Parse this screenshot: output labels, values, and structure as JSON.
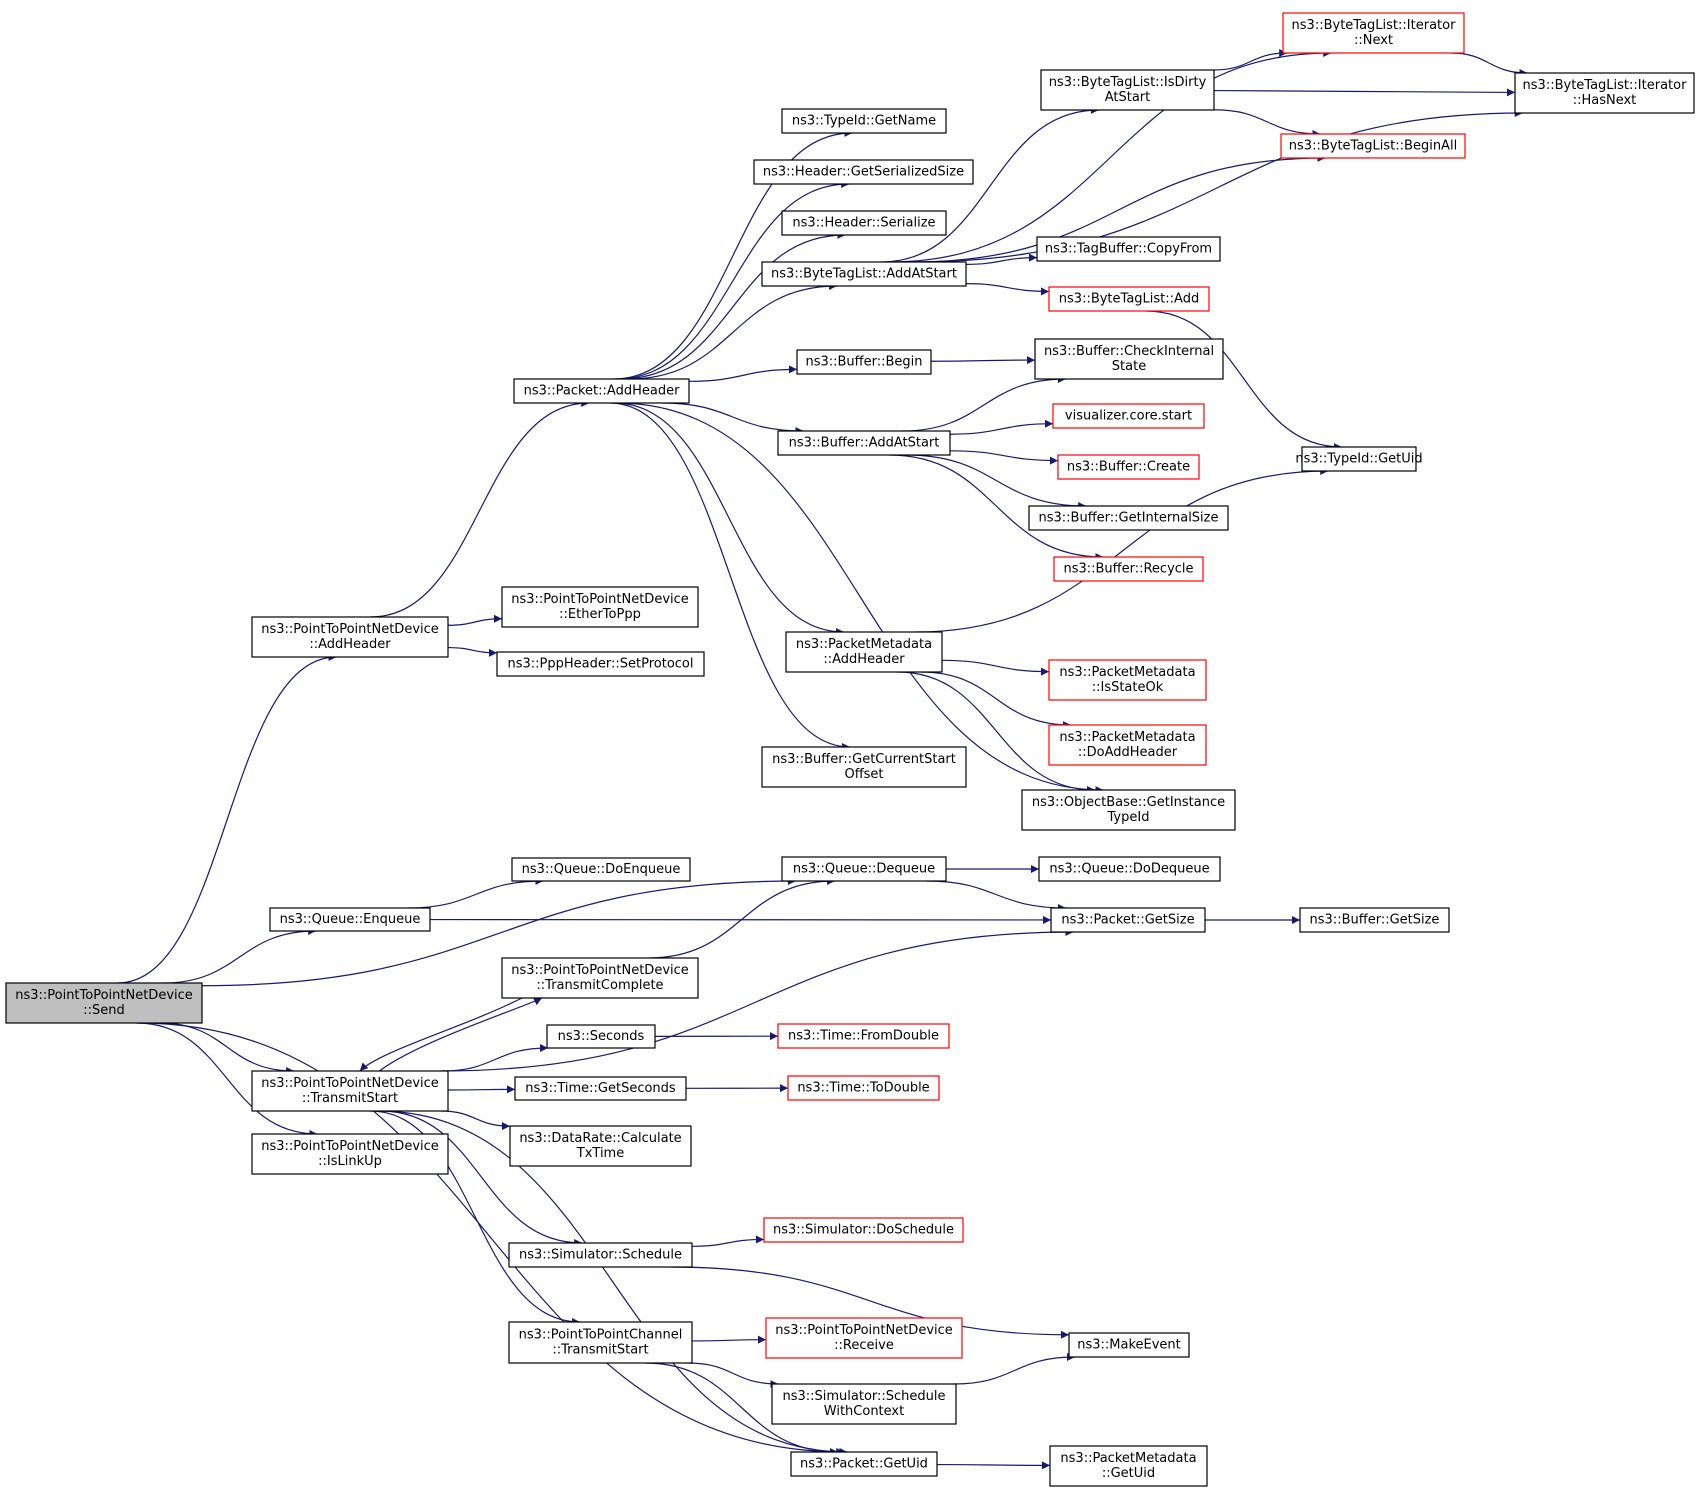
{
  "colors": {
    "edge": "#191970",
    "border": "#000000",
    "border_external": "#ff0000",
    "root_fill": "#bfbfbf",
    "fill": "#ffffff"
  },
  "nodes": [
    {
      "id": "send",
      "lines": [
        "ns3::PointToPointNetDevice",
        "::Send"
      ],
      "style": "root"
    },
    {
      "id": "p2p_addheader",
      "lines": [
        "ns3::PointToPointNetDevice",
        "::AddHeader"
      ],
      "style": "normal"
    },
    {
      "id": "queue_enqueue",
      "lines": [
        "ns3::Queue::Enqueue"
      ],
      "style": "normal"
    },
    {
      "id": "p2p_transmitstart",
      "lines": [
        "ns3::PointToPointNetDevice",
        "::TransmitStart"
      ],
      "style": "normal"
    },
    {
      "id": "p2p_islinkup",
      "lines": [
        "ns3::PointToPointNetDevice",
        "::IsLinkUp"
      ],
      "style": "normal"
    },
    {
      "id": "packet_addheader",
      "lines": [
        "ns3::Packet::AddHeader"
      ],
      "style": "normal"
    },
    {
      "id": "ethertoppp",
      "lines": [
        "ns3::PointToPointNetDevice",
        "::EtherToPpp"
      ],
      "style": "normal"
    },
    {
      "id": "ppp_setprotocol",
      "lines": [
        "ns3::PppHeader::SetProtocol"
      ],
      "style": "normal"
    },
    {
      "id": "queue_doenqueue",
      "lines": [
        "ns3::Queue::DoEnqueue"
      ],
      "style": "normal"
    },
    {
      "id": "p2p_transmitcomplete",
      "lines": [
        "ns3::PointToPointNetDevice",
        "::TransmitComplete"
      ],
      "style": "normal"
    },
    {
      "id": "seconds",
      "lines": [
        "ns3::Seconds"
      ],
      "style": "normal"
    },
    {
      "id": "time_getseconds",
      "lines": [
        "ns3::Time::GetSeconds"
      ],
      "style": "normal"
    },
    {
      "id": "datarate_calc",
      "lines": [
        "ns3::DataRate::Calculate",
        "TxTime"
      ],
      "style": "normal"
    },
    {
      "id": "sim_schedule",
      "lines": [
        "ns3::Simulator::Schedule"
      ],
      "style": "normal"
    },
    {
      "id": "p2pchannel_transmitstart",
      "lines": [
        "ns3::PointToPointChannel",
        "::TransmitStart"
      ],
      "style": "normal"
    },
    {
      "id": "typeid_getname",
      "lines": [
        "ns3::TypeId::GetName"
      ],
      "style": "normal"
    },
    {
      "id": "header_getserializedsize",
      "lines": [
        "ns3::Header::GetSerializedSize"
      ],
      "style": "normal"
    },
    {
      "id": "header_serialize",
      "lines": [
        "ns3::Header::Serialize"
      ],
      "style": "normal"
    },
    {
      "id": "bytetaglist_addatstart",
      "lines": [
        "ns3::ByteTagList::AddAtStart"
      ],
      "style": "normal"
    },
    {
      "id": "buffer_begin",
      "lines": [
        "ns3::Buffer::Begin"
      ],
      "style": "normal"
    },
    {
      "id": "buffer_addatstart",
      "lines": [
        "ns3::Buffer::AddAtStart"
      ],
      "style": "normal"
    },
    {
      "id": "pktmeta_addheader",
      "lines": [
        "ns3::PacketMetadata",
        "::AddHeader"
      ],
      "style": "normal"
    },
    {
      "id": "buffer_getcurrentstartoffset",
      "lines": [
        "ns3::Buffer::GetCurrentStart",
        "Offset"
      ],
      "style": "normal"
    },
    {
      "id": "queue_dequeue",
      "lines": [
        "ns3::Queue::Dequeue"
      ],
      "style": "normal"
    },
    {
      "id": "time_fromdouble",
      "lines": [
        "ns3::Time::FromDouble"
      ],
      "style": "external"
    },
    {
      "id": "time_todouble",
      "lines": [
        "ns3::Time::ToDouble"
      ],
      "style": "external"
    },
    {
      "id": "sim_doschedule",
      "lines": [
        "ns3::Simulator::DoSchedule"
      ],
      "style": "external"
    },
    {
      "id": "p2p_receive",
      "lines": [
        "ns3::PointToPointNetDevice",
        "::Receive"
      ],
      "style": "external"
    },
    {
      "id": "sim_schedulewithcontext",
      "lines": [
        "ns3::Simulator::Schedule",
        "WithContext"
      ],
      "style": "normal"
    },
    {
      "id": "packet_getuid",
      "lines": [
        "ns3::Packet::GetUid"
      ],
      "style": "normal"
    },
    {
      "id": "btl_isdirtyatstart",
      "lines": [
        "ns3::ByteTagList::IsDirty",
        "AtStart"
      ],
      "style": "normal"
    },
    {
      "id": "btl_beginall",
      "lines": [
        "ns3::ByteTagList::BeginAll"
      ],
      "style": "external"
    },
    {
      "id": "tagbuffer_copyfrom",
      "lines": [
        "ns3::TagBuffer::CopyFrom"
      ],
      "style": "normal"
    },
    {
      "id": "btl_add",
      "lines": [
        "ns3::ByteTagList::Add"
      ],
      "style": "external"
    },
    {
      "id": "buffer_checkinternalstate",
      "lines": [
        "ns3::Buffer::CheckInternal",
        "State"
      ],
      "style": "normal"
    },
    {
      "id": "visualizer_start",
      "lines": [
        "visualizer.core.start"
      ],
      "style": "external"
    },
    {
      "id": "buffer_create",
      "lines": [
        "ns3::Buffer::Create"
      ],
      "style": "external"
    },
    {
      "id": "buffer_getinternalsize",
      "lines": [
        "ns3::Buffer::GetInternalSize"
      ],
      "style": "normal"
    },
    {
      "id": "buffer_recycle",
      "lines": [
        "ns3::Buffer::Recycle"
      ],
      "style": "external"
    },
    {
      "id": "pktmeta_isstateok",
      "lines": [
        "ns3::PacketMetadata",
        "::IsStateOk"
      ],
      "style": "external"
    },
    {
      "id": "pktmeta_doaddheader",
      "lines": [
        "ns3::PacketMetadata",
        "::DoAddHeader"
      ],
      "style": "external"
    },
    {
      "id": "objectbase_getinstancetypeid",
      "lines": [
        "ns3::ObjectBase::GetInstance",
        "TypeId"
      ],
      "style": "normal"
    },
    {
      "id": "queue_dodequeue",
      "lines": [
        "ns3::Queue::DoDequeue"
      ],
      "style": "normal"
    },
    {
      "id": "packet_getsize",
      "lines": [
        "ns3::Packet::GetSize"
      ],
      "style": "normal"
    },
    {
      "id": "makeevent",
      "lines": [
        "ns3::MakeEvent"
      ],
      "style": "normal"
    },
    {
      "id": "pktmeta_getuid",
      "lines": [
        "ns3::PacketMetadata",
        "::GetUid"
      ],
      "style": "normal"
    },
    {
      "id": "btl_iter_next",
      "lines": [
        "ns3::ByteTagList::Iterator",
        "::Next"
      ],
      "style": "external"
    },
    {
      "id": "btl_iter_hasnext",
      "lines": [
        "ns3::ByteTagList::Iterator",
        "::HasNext"
      ],
      "style": "normal"
    },
    {
      "id": "typeid_getuid",
      "lines": [
        "ns3::TypeId::GetUid"
      ],
      "style": "normal"
    },
    {
      "id": "buffer_getsize",
      "lines": [
        "ns3::Buffer::GetSize"
      ],
      "style": "normal"
    }
  ],
  "edges": [
    {
      "from": "send",
      "to": "p2p_addheader"
    },
    {
      "from": "send",
      "to": "queue_dequeue"
    },
    {
      "from": "send",
      "to": "queue_enqueue"
    },
    {
      "from": "send",
      "to": "p2p_transmitstart"
    },
    {
      "from": "send",
      "to": "p2p_islinkup"
    },
    {
      "from": "send",
      "to": "packet_getuid"
    },
    {
      "from": "p2p_addheader",
      "to": "packet_addheader"
    },
    {
      "from": "p2p_addheader",
      "to": "ethertoppp"
    },
    {
      "from": "p2p_addheader",
      "to": "ppp_setprotocol"
    },
    {
      "from": "packet_addheader",
      "to": "typeid_getname"
    },
    {
      "from": "packet_addheader",
      "to": "header_getserializedsize"
    },
    {
      "from": "packet_addheader",
      "to": "header_serialize"
    },
    {
      "from": "packet_addheader",
      "to": "bytetaglist_addatstart"
    },
    {
      "from": "packet_addheader",
      "to": "buffer_begin"
    },
    {
      "from": "packet_addheader",
      "to": "buffer_addatstart"
    },
    {
      "from": "packet_addheader",
      "to": "pktmeta_addheader"
    },
    {
      "from": "packet_addheader",
      "to": "buffer_getcurrentstartoffset"
    },
    {
      "from": "packet_addheader",
      "to": "objectbase_getinstancetypeid"
    },
    {
      "from": "bytetaglist_addatstart",
      "to": "btl_iter_next"
    },
    {
      "from": "bytetaglist_addatstart",
      "to": "btl_isdirtyatstart"
    },
    {
      "from": "bytetaglist_addatstart",
      "to": "btl_beginall"
    },
    {
      "from": "bytetaglist_addatstart",
      "to": "btl_iter_hasnext"
    },
    {
      "from": "bytetaglist_addatstart",
      "to": "tagbuffer_copyfrom"
    },
    {
      "from": "bytetaglist_addatstart",
      "to": "btl_add"
    },
    {
      "from": "btl_isdirtyatstart",
      "to": "btl_iter_next"
    },
    {
      "from": "btl_isdirtyatstart",
      "to": "btl_iter_hasnext"
    },
    {
      "from": "btl_isdirtyatstart",
      "to": "btl_beginall"
    },
    {
      "from": "btl_iter_next",
      "to": "btl_iter_hasnext"
    },
    {
      "from": "btl_add",
      "to": "typeid_getuid"
    },
    {
      "from": "buffer_begin",
      "to": "buffer_checkinternalstate"
    },
    {
      "from": "buffer_addatstart",
      "to": "buffer_checkinternalstate"
    },
    {
      "from": "buffer_addatstart",
      "to": "visualizer_start"
    },
    {
      "from": "buffer_addatstart",
      "to": "buffer_create"
    },
    {
      "from": "buffer_addatstart",
      "to": "buffer_getinternalsize"
    },
    {
      "from": "buffer_addatstart",
      "to": "buffer_recycle"
    },
    {
      "from": "pktmeta_addheader",
      "to": "typeid_getuid"
    },
    {
      "from": "pktmeta_addheader",
      "to": "pktmeta_isstateok"
    },
    {
      "from": "pktmeta_addheader",
      "to": "pktmeta_doaddheader"
    },
    {
      "from": "pktmeta_addheader",
      "to": "objectbase_getinstancetypeid"
    },
    {
      "from": "queue_enqueue",
      "to": "queue_doenqueue"
    },
    {
      "from": "queue_enqueue",
      "to": "packet_getsize"
    },
    {
      "from": "queue_dequeue",
      "to": "queue_dodequeue"
    },
    {
      "from": "queue_dequeue",
      "to": "packet_getsize"
    },
    {
      "from": "packet_getsize",
      "to": "buffer_getsize"
    },
    {
      "from": "p2p_transmitstart",
      "to": "p2p_transmitcomplete"
    },
    {
      "from": "p2p_transmitcomplete",
      "to": "p2p_transmitstart"
    },
    {
      "from": "p2p_transmitcomplete",
      "to": "queue_dequeue"
    },
    {
      "from": "p2p_transmitstart",
      "to": "seconds"
    },
    {
      "from": "p2p_transmitstart",
      "to": "time_getseconds"
    },
    {
      "from": "p2p_transmitstart",
      "to": "datarate_calc"
    },
    {
      "from": "p2p_transmitstart",
      "to": "packet_getsize"
    },
    {
      "from": "p2p_transmitstart",
      "to": "sim_schedule"
    },
    {
      "from": "p2p_transmitstart",
      "to": "p2pchannel_transmitstart"
    },
    {
      "from": "p2p_transmitstart",
      "to": "packet_getuid"
    },
    {
      "from": "seconds",
      "to": "time_fromdouble"
    },
    {
      "from": "time_getseconds",
      "to": "time_todouble"
    },
    {
      "from": "sim_schedule",
      "to": "sim_doschedule"
    },
    {
      "from": "sim_schedule",
      "to": "makeevent"
    },
    {
      "from": "p2pchannel_transmitstart",
      "to": "p2p_receive"
    },
    {
      "from": "p2pchannel_transmitstart",
      "to": "sim_schedulewithcontext"
    },
    {
      "from": "p2pchannel_transmitstart",
      "to": "packet_getuid"
    },
    {
      "from": "sim_schedulewithcontext",
      "to": "makeevent"
    },
    {
      "from": "packet_getuid",
      "to": "pktmeta_getuid"
    }
  ]
}
